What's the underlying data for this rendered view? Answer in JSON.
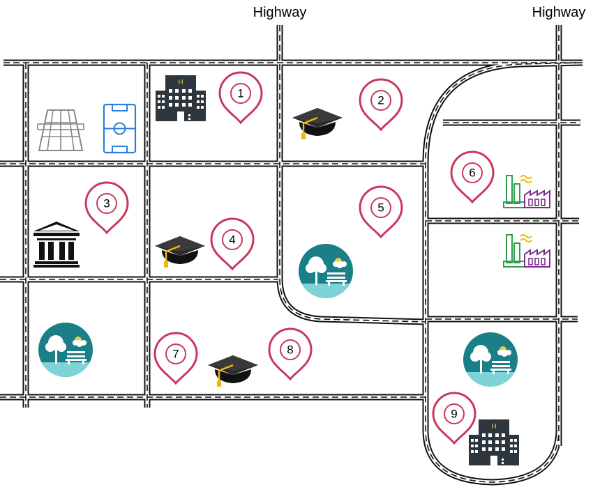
{
  "labels": {
    "highway_left": "Highway",
    "highway_right": "Highway"
  },
  "markers": [
    {
      "label": "1"
    },
    {
      "label": "2"
    },
    {
      "label": "3"
    },
    {
      "label": "4"
    },
    {
      "label": "5"
    },
    {
      "label": "6"
    },
    {
      "label": "7"
    },
    {
      "label": "8"
    },
    {
      "label": "9"
    }
  ],
  "hospital_sign": "H",
  "icons": {
    "hospital": "hospital-building-icon",
    "school": "graduation-cap-icon",
    "park": "park-icon",
    "factory": "factory-icon",
    "museum": "museum-icon",
    "tennis": "tennis-court-icon",
    "soccer": "soccer-field-icon"
  },
  "colors": {
    "road": "#111111",
    "marker": "#c8385b",
    "park_teal": "#1a7f86",
    "park_cyan": "#7fd3d6",
    "factory_green": "#2e9e4b",
    "factory_purple": "#7b2d8e",
    "hospital": "#2d353d",
    "soccer_blue": "#2b7de0",
    "tennis_gray": "#888888"
  }
}
